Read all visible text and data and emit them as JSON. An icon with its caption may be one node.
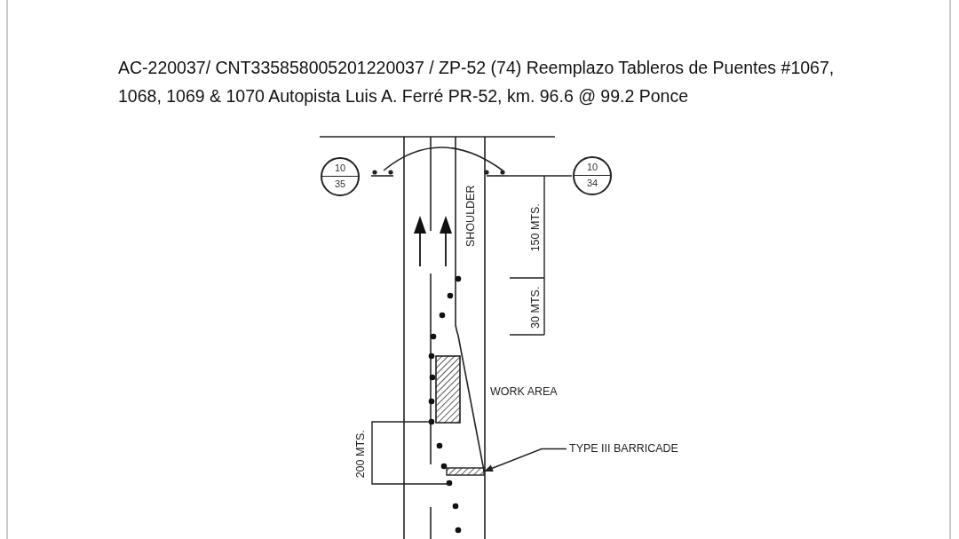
{
  "diagram": {
    "title": "AC-220037/ CNT335858005201220037 / ZP-52 (74) Reemplazo Tableros de Puentes #1067, 1068, 1069 & 1070 Autopista Luis A. Ferré PR-52, km. 96.6 @ 99.2 Ponce",
    "nodes": [
      {
        "text": [
          "10",
          "35"
        ]
      },
      {
        "text": [
          "10",
          "34"
        ]
      },
      {
        "text": [
          "TYPE III BARRICADE"
        ]
      },
      {
        "text": [],
        "shape": "bar"
      }
    ],
    "edges": [
      {
        "from": 2,
        "to": 3,
        "arrow": "to"
      }
    ],
    "labels": [
      "SHOULDER",
      "150 MTS.",
      "30 MTS.",
      "WORK AREA",
      "200 MTS."
    ]
  }
}
